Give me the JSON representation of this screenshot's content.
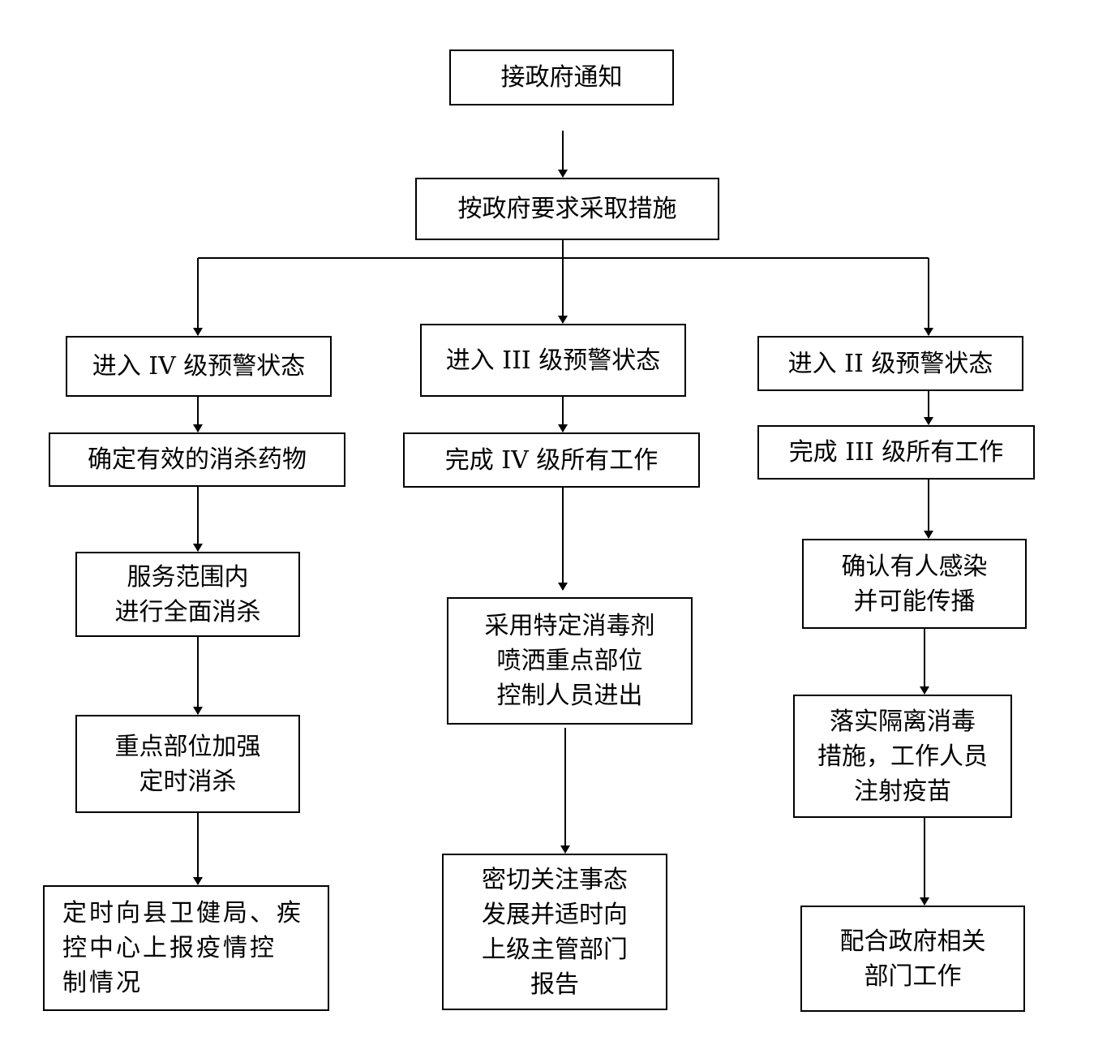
{
  "flowchart": {
    "top": {
      "notice": "接政府通知",
      "measures": "按政府要求采取措施"
    },
    "level4": {
      "enter": "进入 IV 级预警状态",
      "steps": [
        "确定有效的消杀药物",
        "服务范围内\n进行全面消杀",
        "重点部位加强\n定时消杀",
        "定时向县卫健局、疾\n控中心上报疫情控\n制情况"
      ]
    },
    "level3": {
      "enter": "进入 III 级预警状态",
      "steps": [
        "完成 IV 级所有工作",
        "采用特定消毒剂\n喷洒重点部位\n控制人员进出",
        "密切关注事态\n发展并适时向\n上级主管部门\n报告"
      ]
    },
    "level2": {
      "enter": "进入 II 级预警状态",
      "steps": [
        "完成 III 级所有工作",
        "确认有人感染\n并可能传播",
        "落实隔离消毒\n措施，工作人员\n注射疫苗",
        "配合政府相关\n部门工作"
      ]
    }
  }
}
